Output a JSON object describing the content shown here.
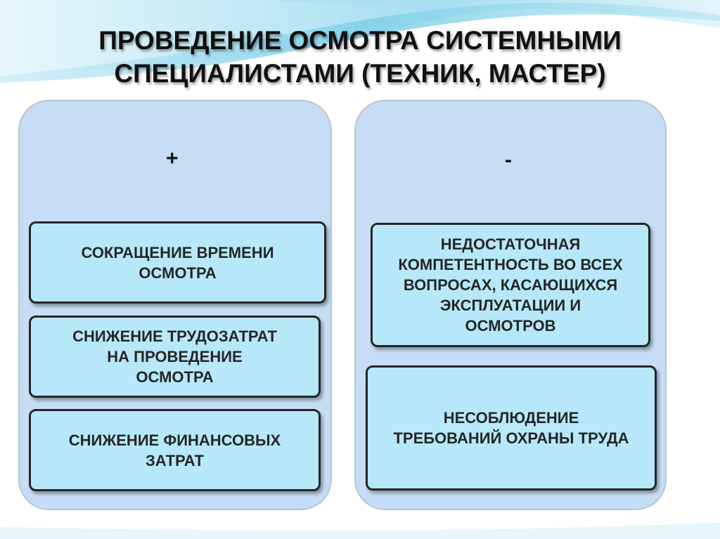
{
  "title": {
    "line1": "ПРОВЕДЕНИЕ ОСМОТРА СИСТЕМНЫМИ",
    "line2": "СПЕЦИАЛИСТАМИ (ТЕХНИК, МАСТЕР)"
  },
  "pros": {
    "sign": "+",
    "items": [
      {
        "lines": [
          "СОКРАЩЕНИЕ ВРЕМЕНИ",
          "ОСМОТРА"
        ]
      },
      {
        "lines": [
          "СНИЖЕНИЕ ТРУДОЗАТРАТ",
          "НА ПРОВЕДЕНИЕ",
          "ОСМОТРА"
        ]
      },
      {
        "lines": [
          "СНИЖЕНИЕ ФИНАНСОВЫХ",
          "ЗАТРАТ"
        ]
      }
    ]
  },
  "cons": {
    "sign": "-",
    "items": [
      {
        "lines": [
          "НЕДОСТАТОЧНАЯ",
          "КОМПЕТЕНТНОСТЬ ВО ВСЕХ",
          "ВОПРОСАХ, КАСАЮЩИХСЯ",
          "ЭКСПЛУАТАЦИИ И",
          "ОСМОТРОВ"
        ]
      },
      {
        "lines": [
          "НЕСОБЛЮДЕНИЕ",
          "ТРЕБОВАНИЙ ОХРАНЫ ТРУДА"
        ]
      }
    ]
  },
  "colors": {
    "column_fill": "#c6ddf5",
    "box_fill": "#b7e8fa",
    "box_border": "#262626",
    "wave_accent": "#5bbcd6"
  }
}
